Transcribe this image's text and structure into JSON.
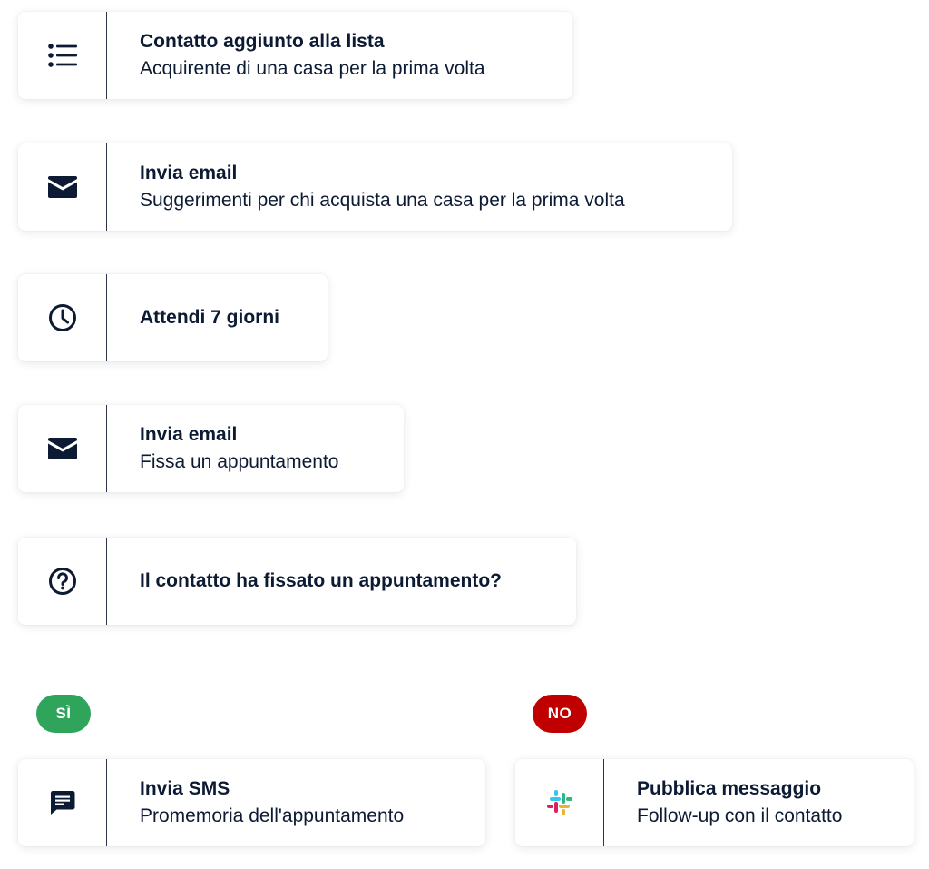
{
  "steps": [
    {
      "icon": "list-icon",
      "title": "Contatto aggiunto alla lista",
      "subtitle": "Acquirente di una casa per la prima volta"
    },
    {
      "icon": "envelope-icon",
      "title": "Invia email",
      "subtitle": "Suggerimenti per chi acquista una casa per la prima volta"
    },
    {
      "icon": "clock-icon",
      "title": "Attendi 7 giorni"
    },
    {
      "icon": "envelope-icon",
      "title": "Invia email",
      "subtitle": "Fissa un appuntamento"
    },
    {
      "icon": "question-circle-icon",
      "title": "Il contatto ha fissato un appuntamento?"
    }
  ],
  "branches": {
    "yes": {
      "badge": "SÌ",
      "badge_color": "#2ea55a",
      "icon": "chat-message-icon",
      "title": "Invia SMS",
      "subtitle": "Promemoria dell'appuntamento"
    },
    "no": {
      "badge": "NO",
      "badge_color": "#c00000",
      "icon": "slack-icon",
      "title": "Pubblica messaggio",
      "subtitle": "Follow-up con il contatto"
    }
  },
  "colors": {
    "text": "#0c1b33",
    "divider": "#2b3446",
    "slack_blue": "#36c5f0",
    "slack_green": "#2eb67d",
    "slack_yellow": "#ecb22e",
    "slack_red": "#e01e5a"
  }
}
